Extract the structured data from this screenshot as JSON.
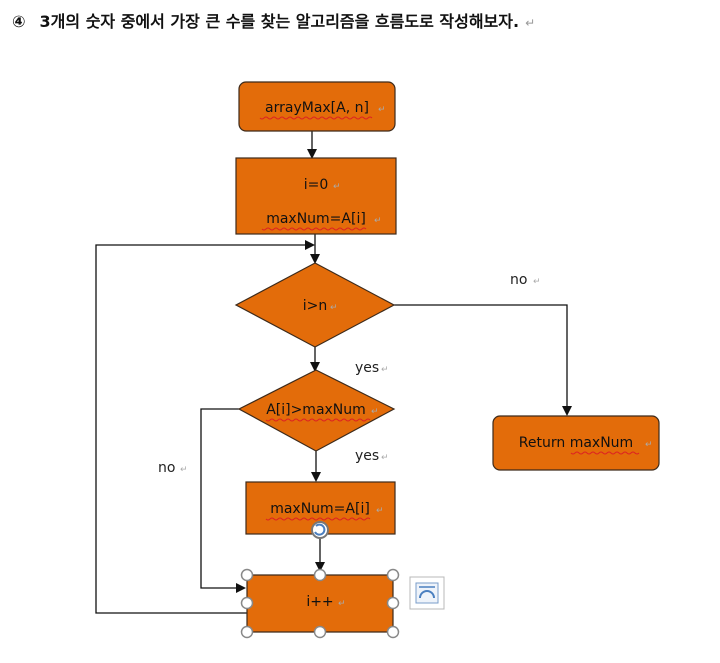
{
  "heading": {
    "number": "④",
    "text": "3개의 숫자 중에서 가장 큰 수를 찾는 알고리즘을 흐름도로 작성해보자.",
    "para_mark": "↵"
  },
  "flowchart": {
    "start": "arrayMax[A, n]",
    "init_line1": "i=0",
    "init_line2": "maxNum=A[i]",
    "cond_loop": "i>n",
    "cond_compare": "A[i]>maxNum",
    "assign": "maxNum=A[i]",
    "increment": "i++",
    "return": "Return maxNum",
    "label_no_top": "no",
    "label_yes_1": "yes",
    "label_yes_2": "yes",
    "label_no_left": "no",
    "para_mark": "↵"
  },
  "colors": {
    "shape_fill": "#e36c0a",
    "shape_stroke": "#3d2a1a",
    "arrow": "#111111",
    "handle_stroke": "#888888"
  }
}
